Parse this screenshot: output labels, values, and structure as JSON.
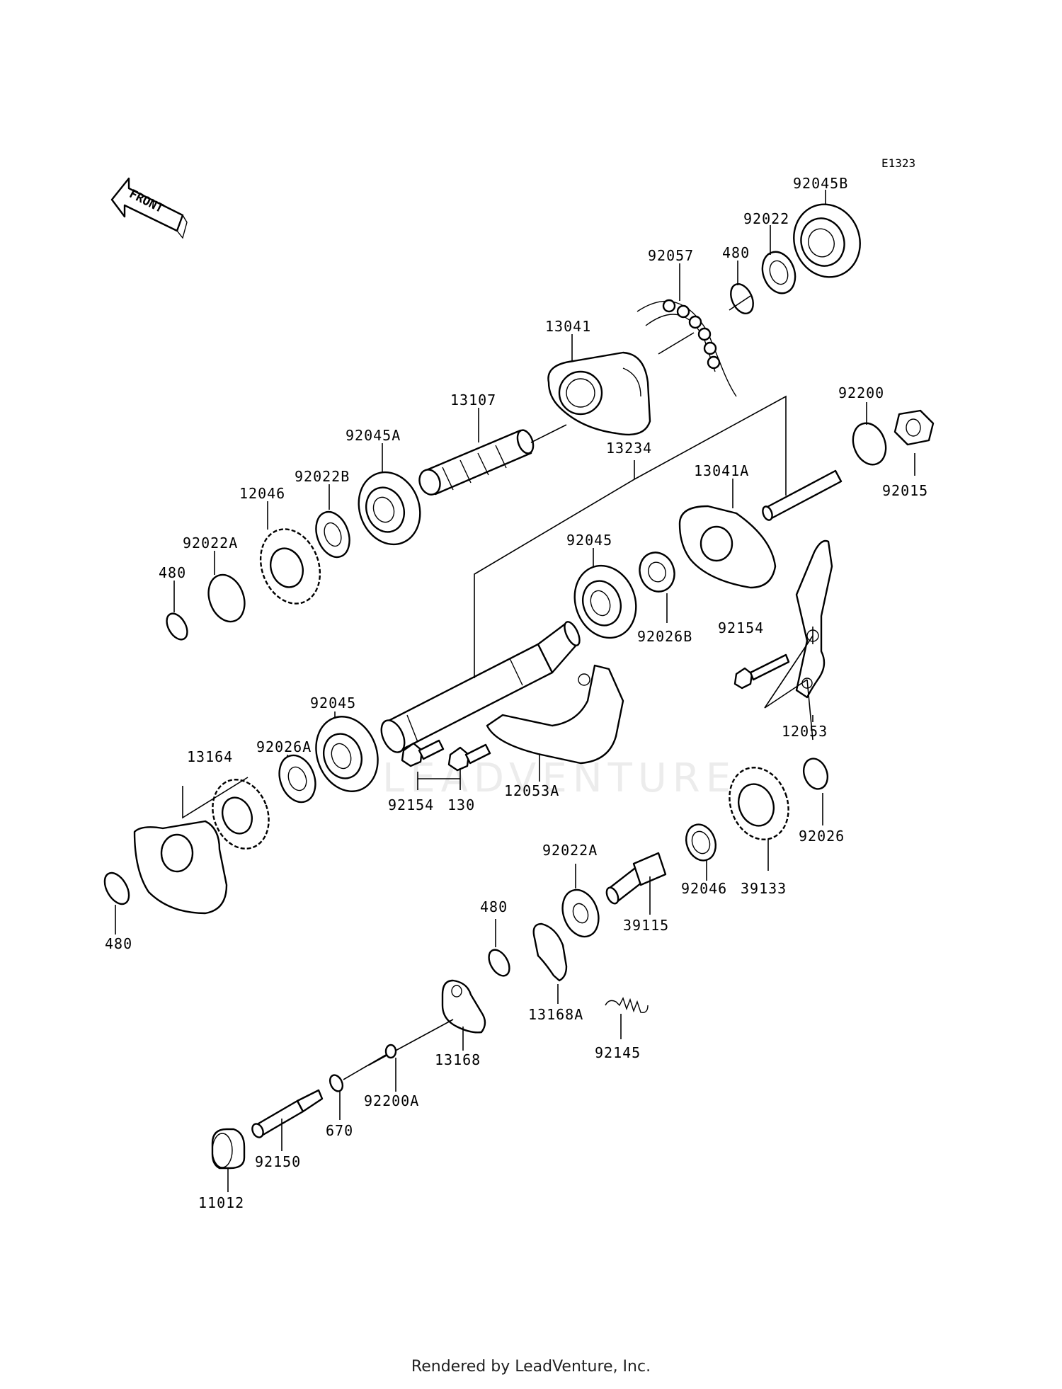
{
  "diagram": {
    "code": "E1323",
    "front_label": "FRONT",
    "watermark": "LEADVENTURE",
    "parts": [
      "92045B",
      "92022",
      "480",
      "92057",
      "13041",
      "92200",
      "92015",
      "13107",
      "92045A",
      "13234",
      "92022B",
      "12046",
      "13041A",
      "92022A",
      "480",
      "92045",
      "92026B",
      "92154",
      "12053",
      "92045",
      "92026A",
      "13164",
      "92154",
      "130",
      "12053A",
      "92026",
      "39133",
      "92046",
      "92022A",
      "39115",
      "480",
      "13168A",
      "13168",
      "92145",
      "92200A",
      "670",
      "92150",
      "11012",
      "480"
    ]
  },
  "footer": {
    "text": "Rendered by LeadVenture, Inc."
  }
}
